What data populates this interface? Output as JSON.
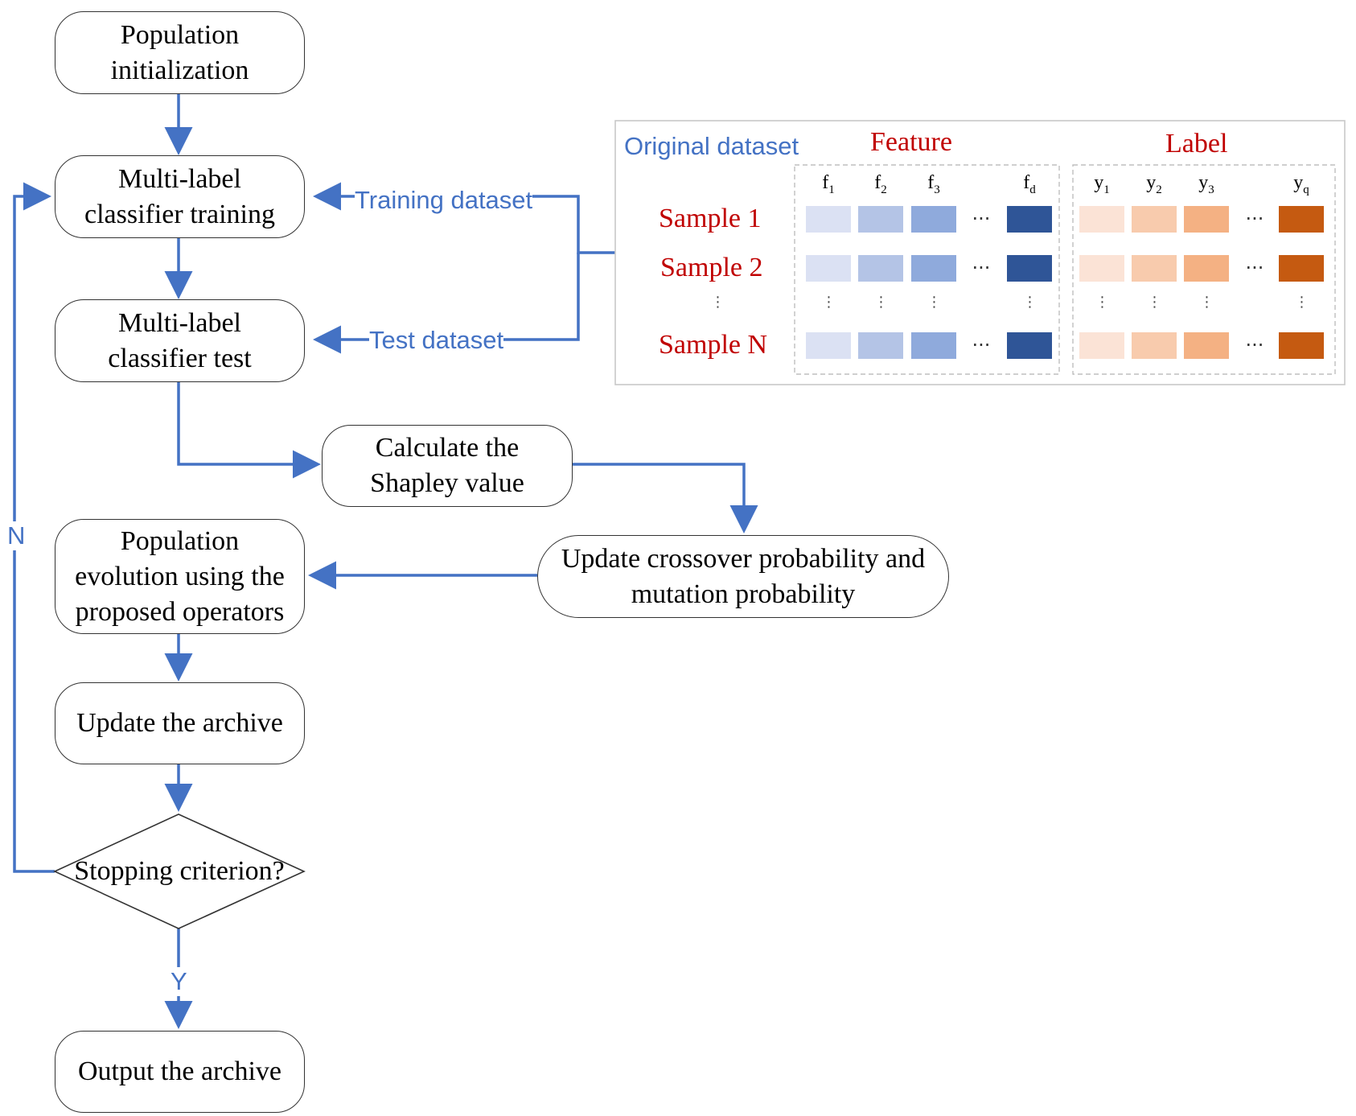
{
  "flow": {
    "pop_init": "Population\ninitialization",
    "train": "Multi-label\nclassifier training",
    "test": "Multi-label\nclassifier test",
    "shapley": "Calculate the\nShapley value",
    "update_prob": "Update crossover probability and\nmutation probability",
    "evolution": "Population\nevolution using the\nproposed operators",
    "update_archive": "Update the archive",
    "stopping": "Stopping criterion?",
    "output": "Output the archive"
  },
  "edges": {
    "training_dataset": "Training dataset",
    "test_dataset": "Test dataset",
    "no": "N",
    "yes": "Y"
  },
  "dataset": {
    "title": "Original dataset",
    "feature_header": "Feature",
    "label_header": "Label",
    "feature_cols": [
      {
        "base": "f",
        "sub": "1"
      },
      {
        "base": "f",
        "sub": "2"
      },
      {
        "base": "f",
        "sub": "3"
      },
      {
        "base": "f",
        "sub": "d"
      }
    ],
    "label_cols": [
      {
        "base": "y",
        "sub": "1"
      },
      {
        "base": "y",
        "sub": "2"
      },
      {
        "base": "y",
        "sub": "3"
      },
      {
        "base": "y",
        "sub": "q"
      }
    ],
    "samples": [
      "Sample 1",
      "Sample 2",
      "Sample N"
    ],
    "ellipsis": "···",
    "vertical_ellipsis": "⋮",
    "feature_colors": [
      "#dbe1f3",
      "#b4c4e6",
      "#8faadc",
      "#2f5597"
    ],
    "label_colors": [
      "#fbe3d6",
      "#f8cbad",
      "#f4b183",
      "#c55a11"
    ]
  },
  "colors": {
    "arrow": "#4472c4",
    "red_text": "#c00000"
  }
}
